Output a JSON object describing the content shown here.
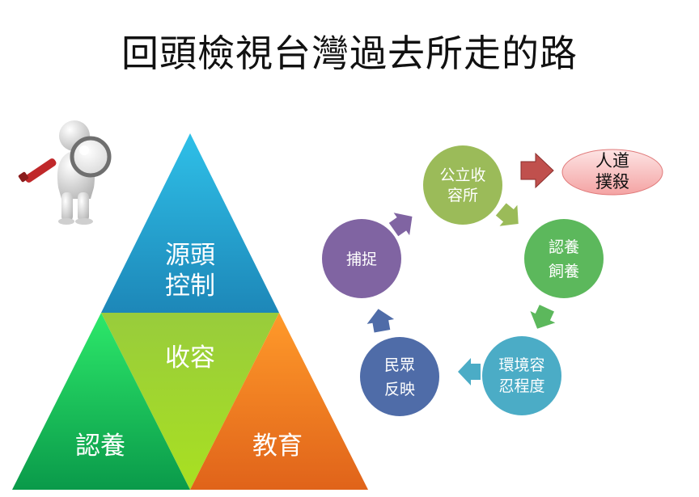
{
  "title": "回頭檢視台灣過去所走的路",
  "pyramid": {
    "top": {
      "lines": [
        "源頭",
        "控制"
      ]
    },
    "center": {
      "label": "收容"
    },
    "left": {
      "label": "認養"
    },
    "right": {
      "label": "教育"
    }
  },
  "cycle": {
    "nodes": [
      {
        "lines": [
          "公立收",
          "容所"
        ],
        "color": "#9bbb59"
      },
      {
        "lines": [
          "認養",
          "飼養"
        ],
        "color": "#5cb85c"
      },
      {
        "lines": [
          "環境容",
          "忍程度"
        ],
        "color": "#4bacc6"
      },
      {
        "lines": [
          "民眾",
          "反映"
        ],
        "color": "#4f6ca8"
      },
      {
        "lines": [
          "捕捉"
        ],
        "color": "#8064a2"
      }
    ],
    "outcome": {
      "lines": [
        "人道",
        "撲殺"
      ]
    }
  },
  "icons": {
    "illustration": "magnifying-glass-person-icon"
  }
}
